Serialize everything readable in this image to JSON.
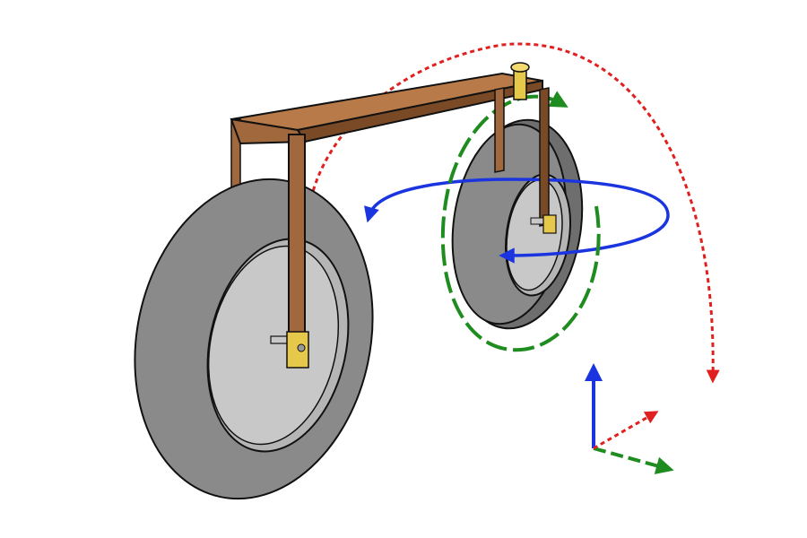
{
  "diagram": {
    "background": "#ffffff",
    "colors": {
      "tire": "#8a8a8a",
      "tire_dark": "#6e6e6e",
      "hub": "#c8c8c8",
      "frame_front": "#a0683c",
      "frame_side": "#7a4a26",
      "frame_top": "#b77a48",
      "axle_cap": "#e6c84a",
      "outline": "#111111",
      "red_arc": "#e0201e",
      "green_ring": "#1e8c1e",
      "blue_loop": "#1a35e0",
      "axis_up": "#1a35e0",
      "axis_x": "#e0201e",
      "axis_y": "#1e8c1e"
    },
    "parts": [
      "front-wheel",
      "rear-wheel",
      "u-frame",
      "swivel-bearing",
      "axle-clamp-front",
      "axle-clamp-rear"
    ],
    "arrows": [
      {
        "name": "tilt-arc",
        "color_key": "red_arc",
        "style": "dotted"
      },
      {
        "name": "spin-ring",
        "color_key": "green_ring",
        "style": "dashed"
      },
      {
        "name": "precession-loop",
        "color_key": "blue_loop",
        "style": "solid"
      }
    ],
    "axes_icons": [
      "up-axis-arrow",
      "x-axis-arrow",
      "y-axis-arrow"
    ]
  }
}
